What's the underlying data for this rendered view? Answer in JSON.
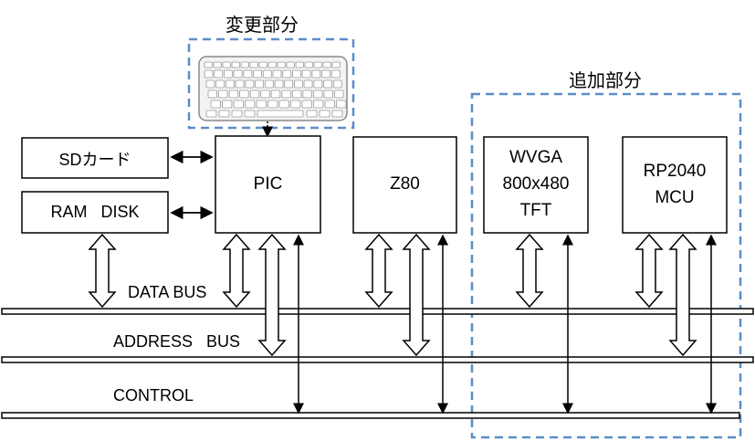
{
  "annotations": {
    "changed_part": "変更部分",
    "added_part": "追加部分"
  },
  "blocks": {
    "sd": "SDカード",
    "ramdisk": "RAM   DISK",
    "pic": "PIC",
    "z80": "Z80",
    "tft": [
      "WVGA",
      "800x480",
      "TFT"
    ],
    "mcu": [
      "RP2040",
      "MCU"
    ]
  },
  "buses": {
    "data": "DATA BUS",
    "address": "ADDRESS   BUS",
    "control": "CONTROL"
  },
  "icons": {
    "keyboard": "keyboard-icon"
  },
  "colors": {
    "dashed_frame": "#5B8DC9",
    "line": "#000000"
  }
}
